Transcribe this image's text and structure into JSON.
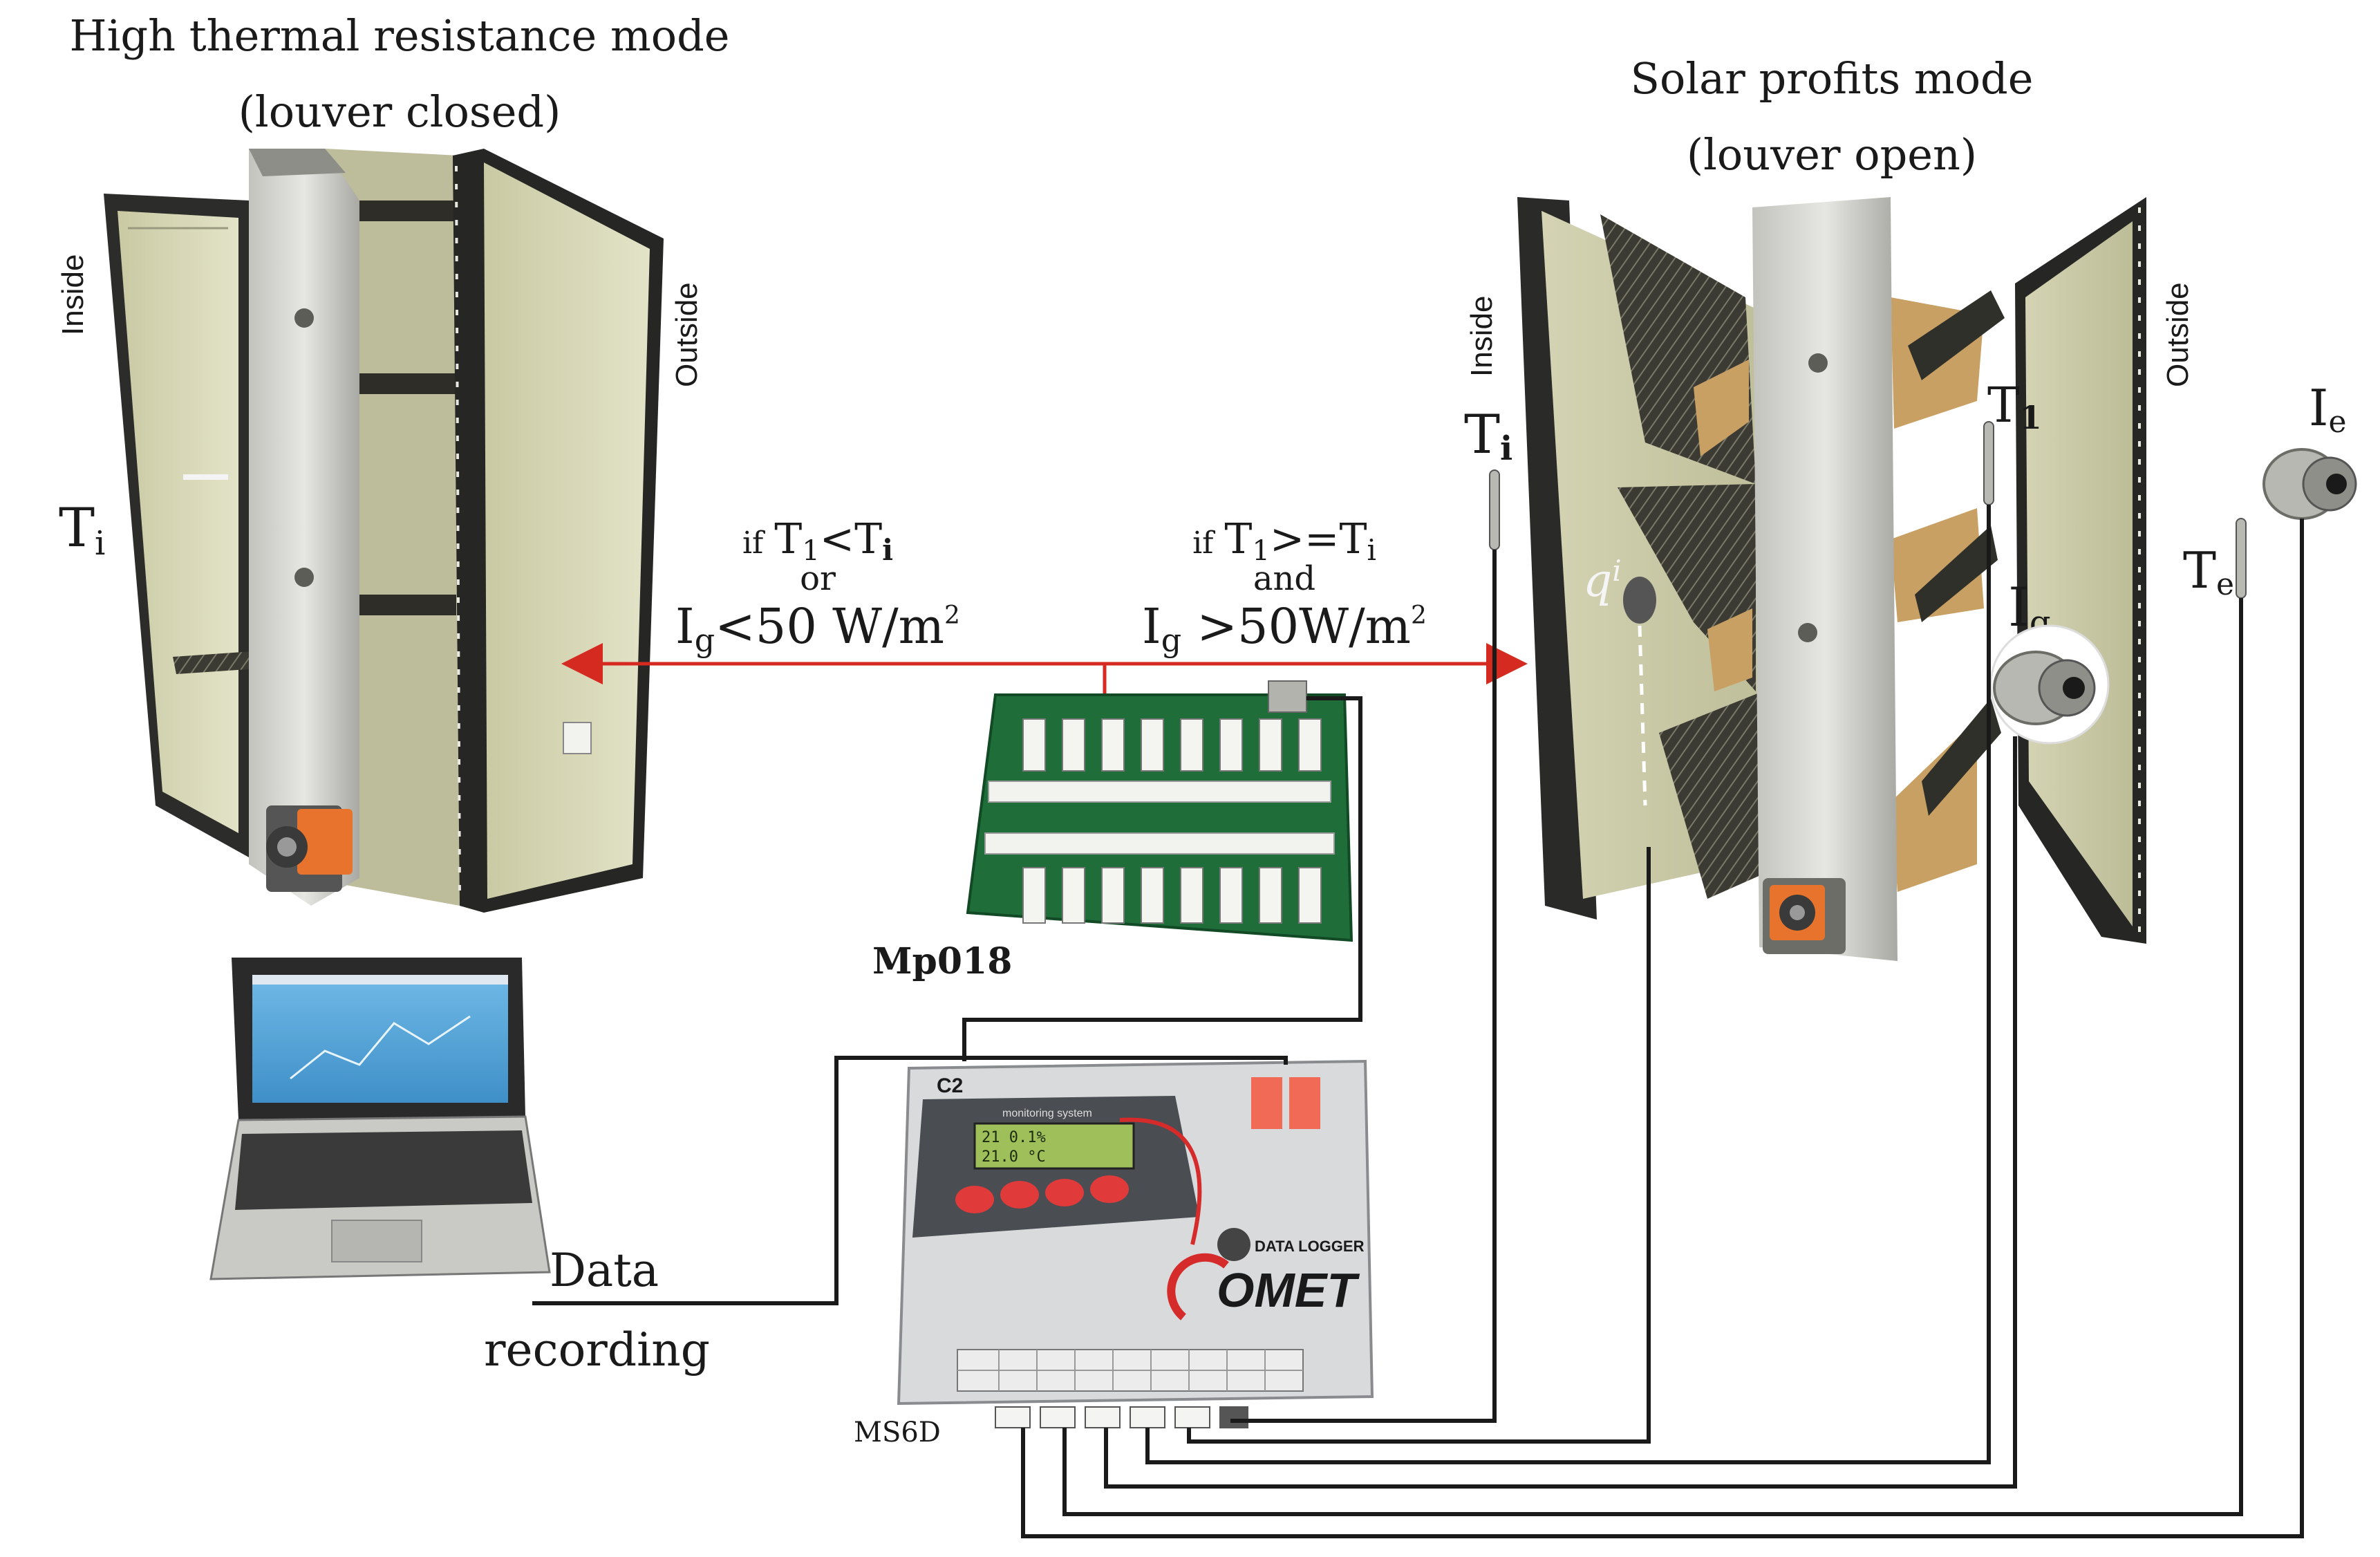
{
  "left_panel": {
    "title_line1": "High thermal resistance mode",
    "title_line2": "(louver closed)",
    "inside_label": "Inside",
    "outside_label": "Outside",
    "ti_main": "T",
    "ti_sub": "i"
  },
  "right_panel": {
    "title_line1": "Solar profits mode",
    "title_line2": "(louver  open)",
    "inside_label": "Inside",
    "outside_label": "Outside",
    "ti_main": "T",
    "ti_sub": "i",
    "t1_main": "T",
    "t1_sub": "1",
    "ig_main": "I",
    "ig_sub": "g",
    "ie_main": "I",
    "ie_sub": "e",
    "te_main": "T",
    "te_sub": "e",
    "qi_main": "q",
    "qi_sub": "i"
  },
  "conditions": {
    "left": {
      "if_word": "if",
      "t_main": "T",
      "t_sub": "1",
      "comparator": "<",
      "ti_main": "T",
      "ti_sub": "i",
      "joiner": "or",
      "ig_main": "I",
      "ig_sub": "g",
      "ig_rest": "<50 W/m",
      "ig_sup": "2"
    },
    "right": {
      "if_word": "if",
      "t_main": "T",
      "t_sub": "1",
      "comparator": ">=",
      "ti_main": "T",
      "ti_sub": "i",
      "joiner": "and",
      "ig_main": "I",
      "ig_sub": "g",
      "ig_rest": " >50W/m",
      "ig_sup": "2"
    }
  },
  "devices": {
    "relay_board_label": "Mp018",
    "logger_label": "MS6D",
    "logger_model": "C2",
    "logger_brand": "OMET",
    "logger_tagline": "DATA LOGGER",
    "logger_header": "monitoring system",
    "logger_lcd_line1": "21  0.1%",
    "logger_lcd_line2": "21.0 °C",
    "recording_line1": "Data",
    "recording_line2": "recording"
  },
  "colors": {
    "arrow": "#d42a20",
    "wire": "#1a1a1a",
    "pcb_green": "#1f6e3a",
    "logger_body": "#d9dadc",
    "actuator_orange": "#e8732c"
  }
}
